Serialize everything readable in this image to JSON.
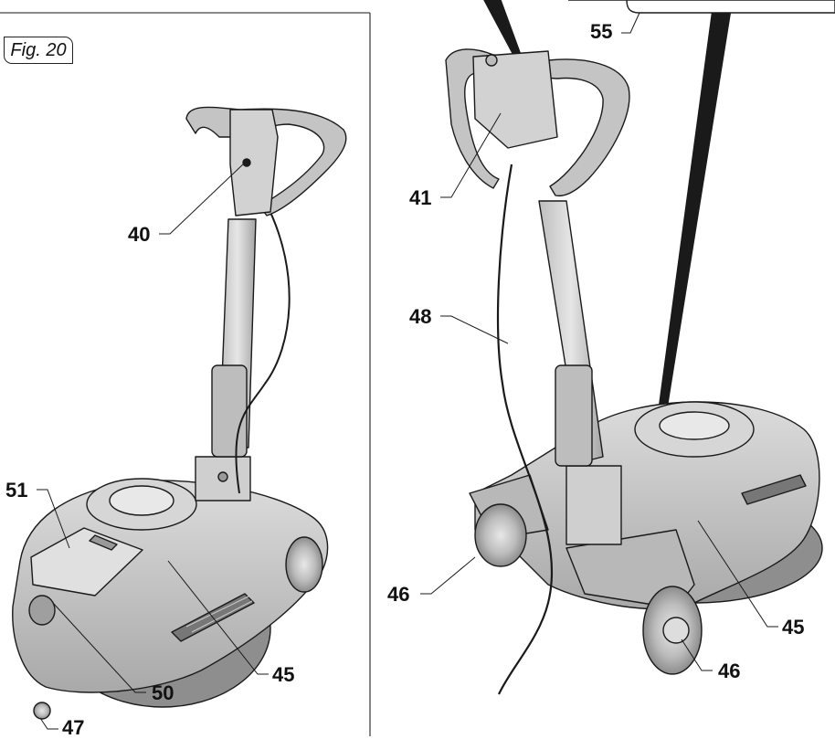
{
  "figure": {
    "caption": "Fig. 20"
  },
  "callouts": [
    {
      "id": "c55",
      "label": "55"
    },
    {
      "id": "c40",
      "label": "40"
    },
    {
      "id": "c41",
      "label": "41"
    },
    {
      "id": "c48",
      "label": "48"
    },
    {
      "id": "c51",
      "label": "51"
    },
    {
      "id": "c45a",
      "label": "45"
    },
    {
      "id": "c45b",
      "label": "45"
    },
    {
      "id": "c46a",
      "label": "46"
    },
    {
      "id": "c46b",
      "label": "46"
    },
    {
      "id": "c47",
      "label": "47"
    },
    {
      "id": "c50",
      "label": "50"
    }
  ],
  "colors": {
    "line": "#1a1a1a",
    "body": "#c9c9c9",
    "body_dark": "#9d9d9d",
    "body_light": "#e4e4e4"
  }
}
